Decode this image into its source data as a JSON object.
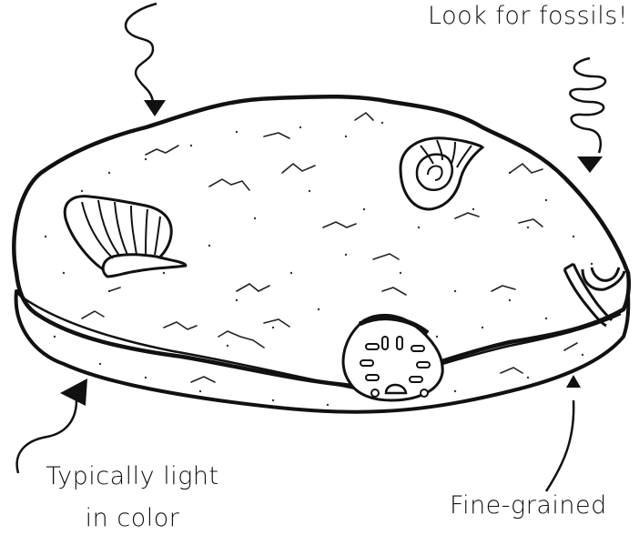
{
  "labels": {
    "fossils": "Look for fossils!",
    "light_line1": "Typically light",
    "light_line2": "in color",
    "fine_grained": "Fine-grained"
  },
  "colors": {
    "ink": "#111111",
    "background": "#ffffff"
  }
}
